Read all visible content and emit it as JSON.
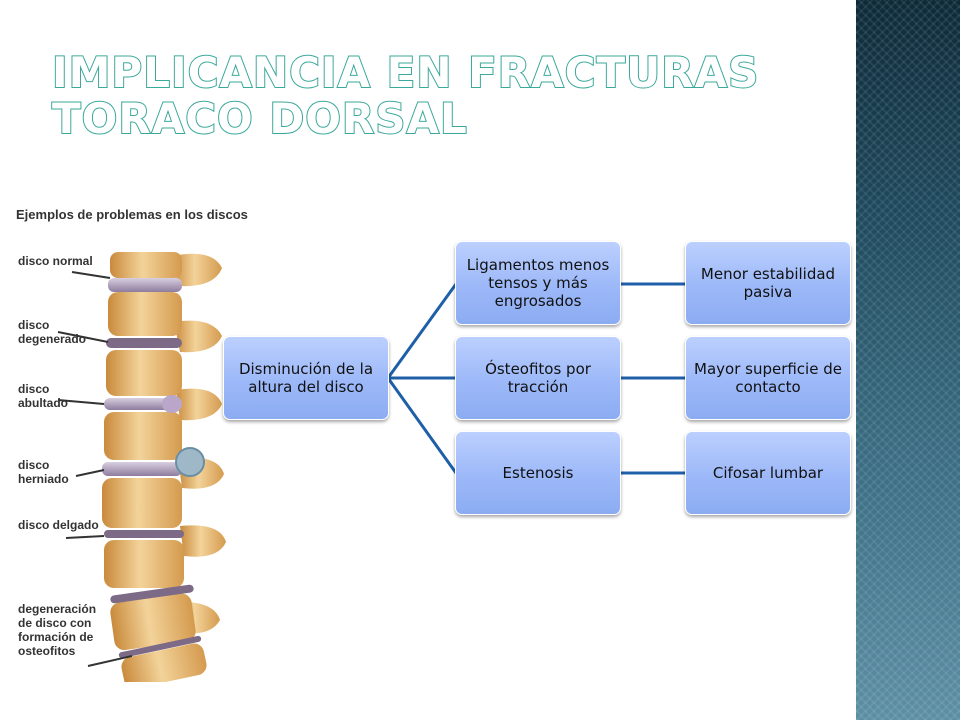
{
  "title": {
    "line1": "Implicancia en fracturas",
    "line2": "toraco dorsal"
  },
  "spine_figure": {
    "heading": "Ejemplos de problemas en los discos",
    "labels": [
      "disco normal",
      "disco degenerado",
      "disco abultado",
      "disco herniado",
      "disco delgado",
      "degeneración de disco con formación de osteofitos"
    ]
  },
  "diagram": {
    "root": "Disminución de la altura del disco",
    "branches": [
      {
        "cause": "Ligamentos menos tensos y más engrosados",
        "effect": "Menor estabilidad pasiva"
      },
      {
        "cause": "Ósteofitos por tracción",
        "effect": "Mayor superficie de contacto"
      },
      {
        "cause": "Estenosis",
        "effect": "Cifosar lumbar"
      }
    ]
  },
  "colors": {
    "title_outline": "#3aa89a",
    "node_fill": "#9cb8f8",
    "connector": "#1f5fa8",
    "side_band": "#1f4a5e"
  }
}
